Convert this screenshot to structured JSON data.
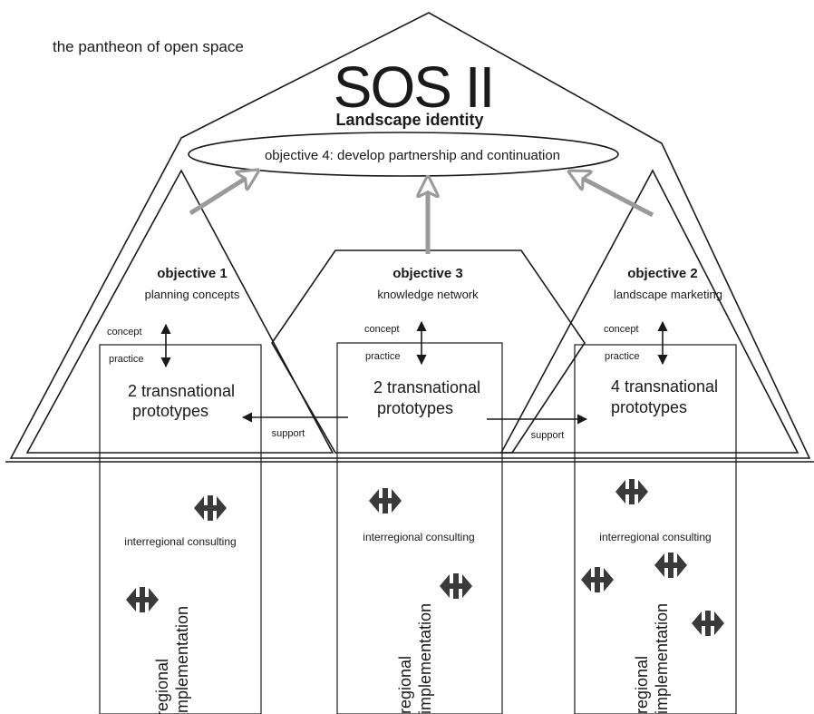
{
  "header": {
    "caption": "the pantheon of open space",
    "title": "SOS II",
    "subtitle": "Landscape identity"
  },
  "objective4": {
    "label": "objective 4: develop partnership and continuation"
  },
  "objectives": [
    {
      "name": "objective 1",
      "sub": "planning concepts",
      "concept": "concept",
      "practice": "practice",
      "prototype_line1": "2 transnational",
      "prototype_line2": "prototypes",
      "consulting": "interregional consulting",
      "implementation_line1": "regional",
      "implementation_line2": "implementation"
    },
    {
      "name": "objective 3",
      "sub": "knowledge network",
      "concept": "concept",
      "practice": "practice",
      "prototype_line1": "2 transnational",
      "prototype_line2": "prototypes",
      "consulting": "interregional consulting",
      "implementation_line1": "regional",
      "implementation_line2": "implementation"
    },
    {
      "name": "objective 2",
      "sub": "landscape marketing",
      "concept": "concept",
      "practice": "practice",
      "prototype_line1": "4 transnational",
      "prototype_line2": "prototypes",
      "consulting": "interregional consulting",
      "implementation_line1": "regional",
      "implementation_line2": "implementation"
    }
  ],
  "support_left": "support",
  "support_right": "support"
}
